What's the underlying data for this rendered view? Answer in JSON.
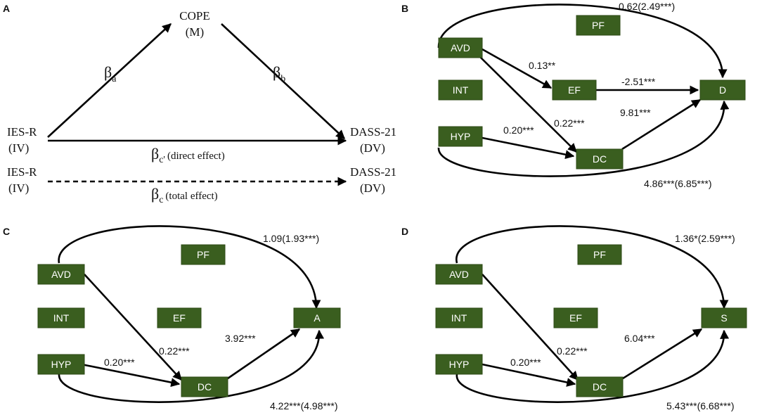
{
  "panelA": {
    "letter": "A",
    "mediator": "COPE",
    "mediator_role": "(M)",
    "iv": "IES-R",
    "iv_role": "(IV)",
    "dv": "DASS-21",
    "dv_role": "(DV)",
    "beta": "β",
    "sub_a": "a",
    "sub_b": "b",
    "sub_cprime": "c'",
    "sub_c": "c",
    "direct_effect": "(direct effect)",
    "total_effect": "(total effect)"
  },
  "panelB": {
    "letter": "B",
    "nodes": {
      "pf": "PF",
      "avd": "AVD",
      "int": "INT",
      "ef": "EF",
      "hyp": "HYP",
      "dc": "DC",
      "out": "D"
    },
    "labels": {
      "top_curve": "0.62(2.49***)",
      "avd_ef": "0.13**",
      "ef_out": "-2.51***",
      "avd_dc": "0.22***",
      "hyp_dc": "0.20***",
      "dc_out": "9.81***",
      "bottom_curve": "4.86***(6.85***)"
    }
  },
  "panelC": {
    "letter": "C",
    "nodes": {
      "pf": "PF",
      "avd": "AVD",
      "int": "INT",
      "ef": "EF",
      "hyp": "HYP",
      "dc": "DC",
      "out": "A"
    },
    "labels": {
      "top_curve": "1.09(1.93***)",
      "avd_dc": "0.22***",
      "hyp_dc": "0.20***",
      "dc_out": "3.92***",
      "bottom_curve": "4.22***(4.98***)"
    }
  },
  "panelD": {
    "letter": "D",
    "nodes": {
      "pf": "PF",
      "avd": "AVD",
      "int": "INT",
      "ef": "EF",
      "hyp": "HYP",
      "dc": "DC",
      "out": "S"
    },
    "labels": {
      "top_curve": "1.36*(2.59***)",
      "avd_dc": "0.22***",
      "hyp_dc": "0.20***",
      "dc_out": "6.04***",
      "bottom_curve": "5.43***(6.68***)"
    }
  },
  "colors": {
    "node_fill": "#3a5e1f",
    "node_text": "#ffffff",
    "line": "#000000"
  }
}
